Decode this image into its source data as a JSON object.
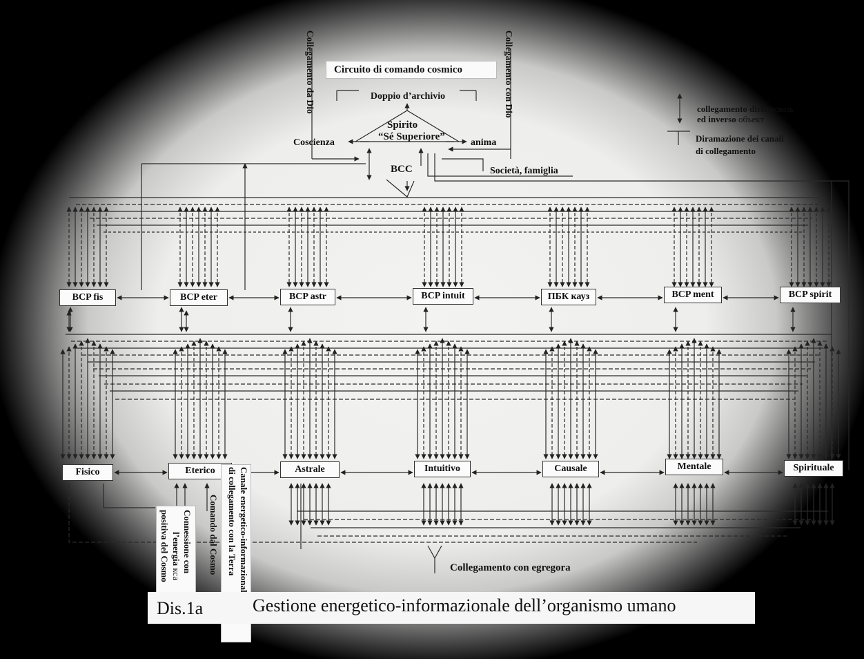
{
  "top": {
    "circuit": "Circuito  di comando cosmico",
    "archive": "Doppio d’archivio",
    "spirit_line1": "Spirito",
    "spirit_line2": "“Sé Superiore”",
    "coscienza": "Coscienza",
    "anima": "anima",
    "bcc": "BCC",
    "societa": "Società, famiglia",
    "from_god": "Collegamento da Dio",
    "with_god": "Collegamento con Dio"
  },
  "legend": {
    "line1": "collegamento diritto",
    "line1_ru": "связь",
    "line2": "ed inverso",
    "line2_ru": "объект",
    "line3": "Diramazione dei canali",
    "line4": "di collegamento"
  },
  "bcp_boxes": [
    "BCP fis",
    "BCP eter",
    "BCP astr",
    "BCP intuit",
    "ПБК кауз",
    "BCP ment",
    "BCP spirit"
  ],
  "body_boxes": [
    "Fisico",
    "Eterico",
    "Astrale",
    "Intuitivo",
    "Causale",
    "Mentale",
    "Spirituale"
  ],
  "bottom": {
    "egregora": "Collegamento con egregora",
    "canale_line1": "Canale energetico-informazionale",
    "canale_line2": "di collegamento con la Terra",
    "comando": "Comando dal Cosmo",
    "connessione_line1": "Connessione con",
    "connessione_line2": "l’energia",
    "connessione_ru": "кса",
    "connessione_line3": "positiva del Cosmo",
    "caption_num": "Dis.1a",
    "caption_title": "Gestione energetico-informazionale dell’organismo umano"
  }
}
